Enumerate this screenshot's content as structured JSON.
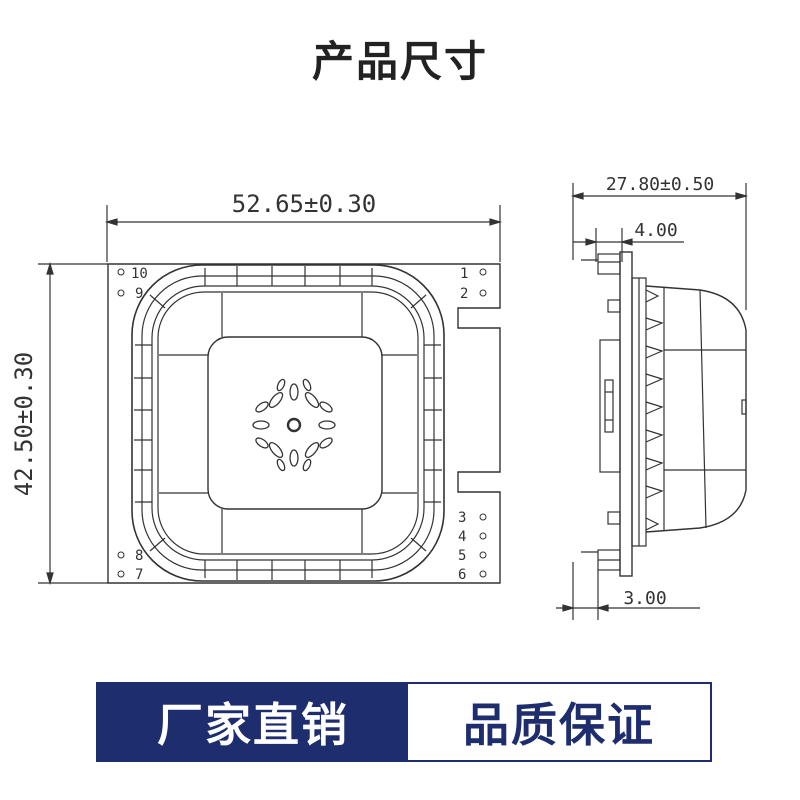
{
  "title": "产品尺寸",
  "front_view": {
    "width_dim": "52.65±0.30",
    "height_dim": "42.50±0.30",
    "pins": {
      "p1": "1",
      "p2": "2",
      "p3": "3",
      "p4": "4",
      "p5": "5",
      "p6": "6",
      "p7": "7",
      "p8": "8",
      "p9": "9",
      "p10": "10"
    }
  },
  "side_view": {
    "depth_dim": "27.80±0.50",
    "pin_top_dim": "4.00",
    "pin_bottom_dim": "3.00"
  },
  "banner": {
    "left_text": "厂家直销",
    "right_text": "品质保证"
  }
}
